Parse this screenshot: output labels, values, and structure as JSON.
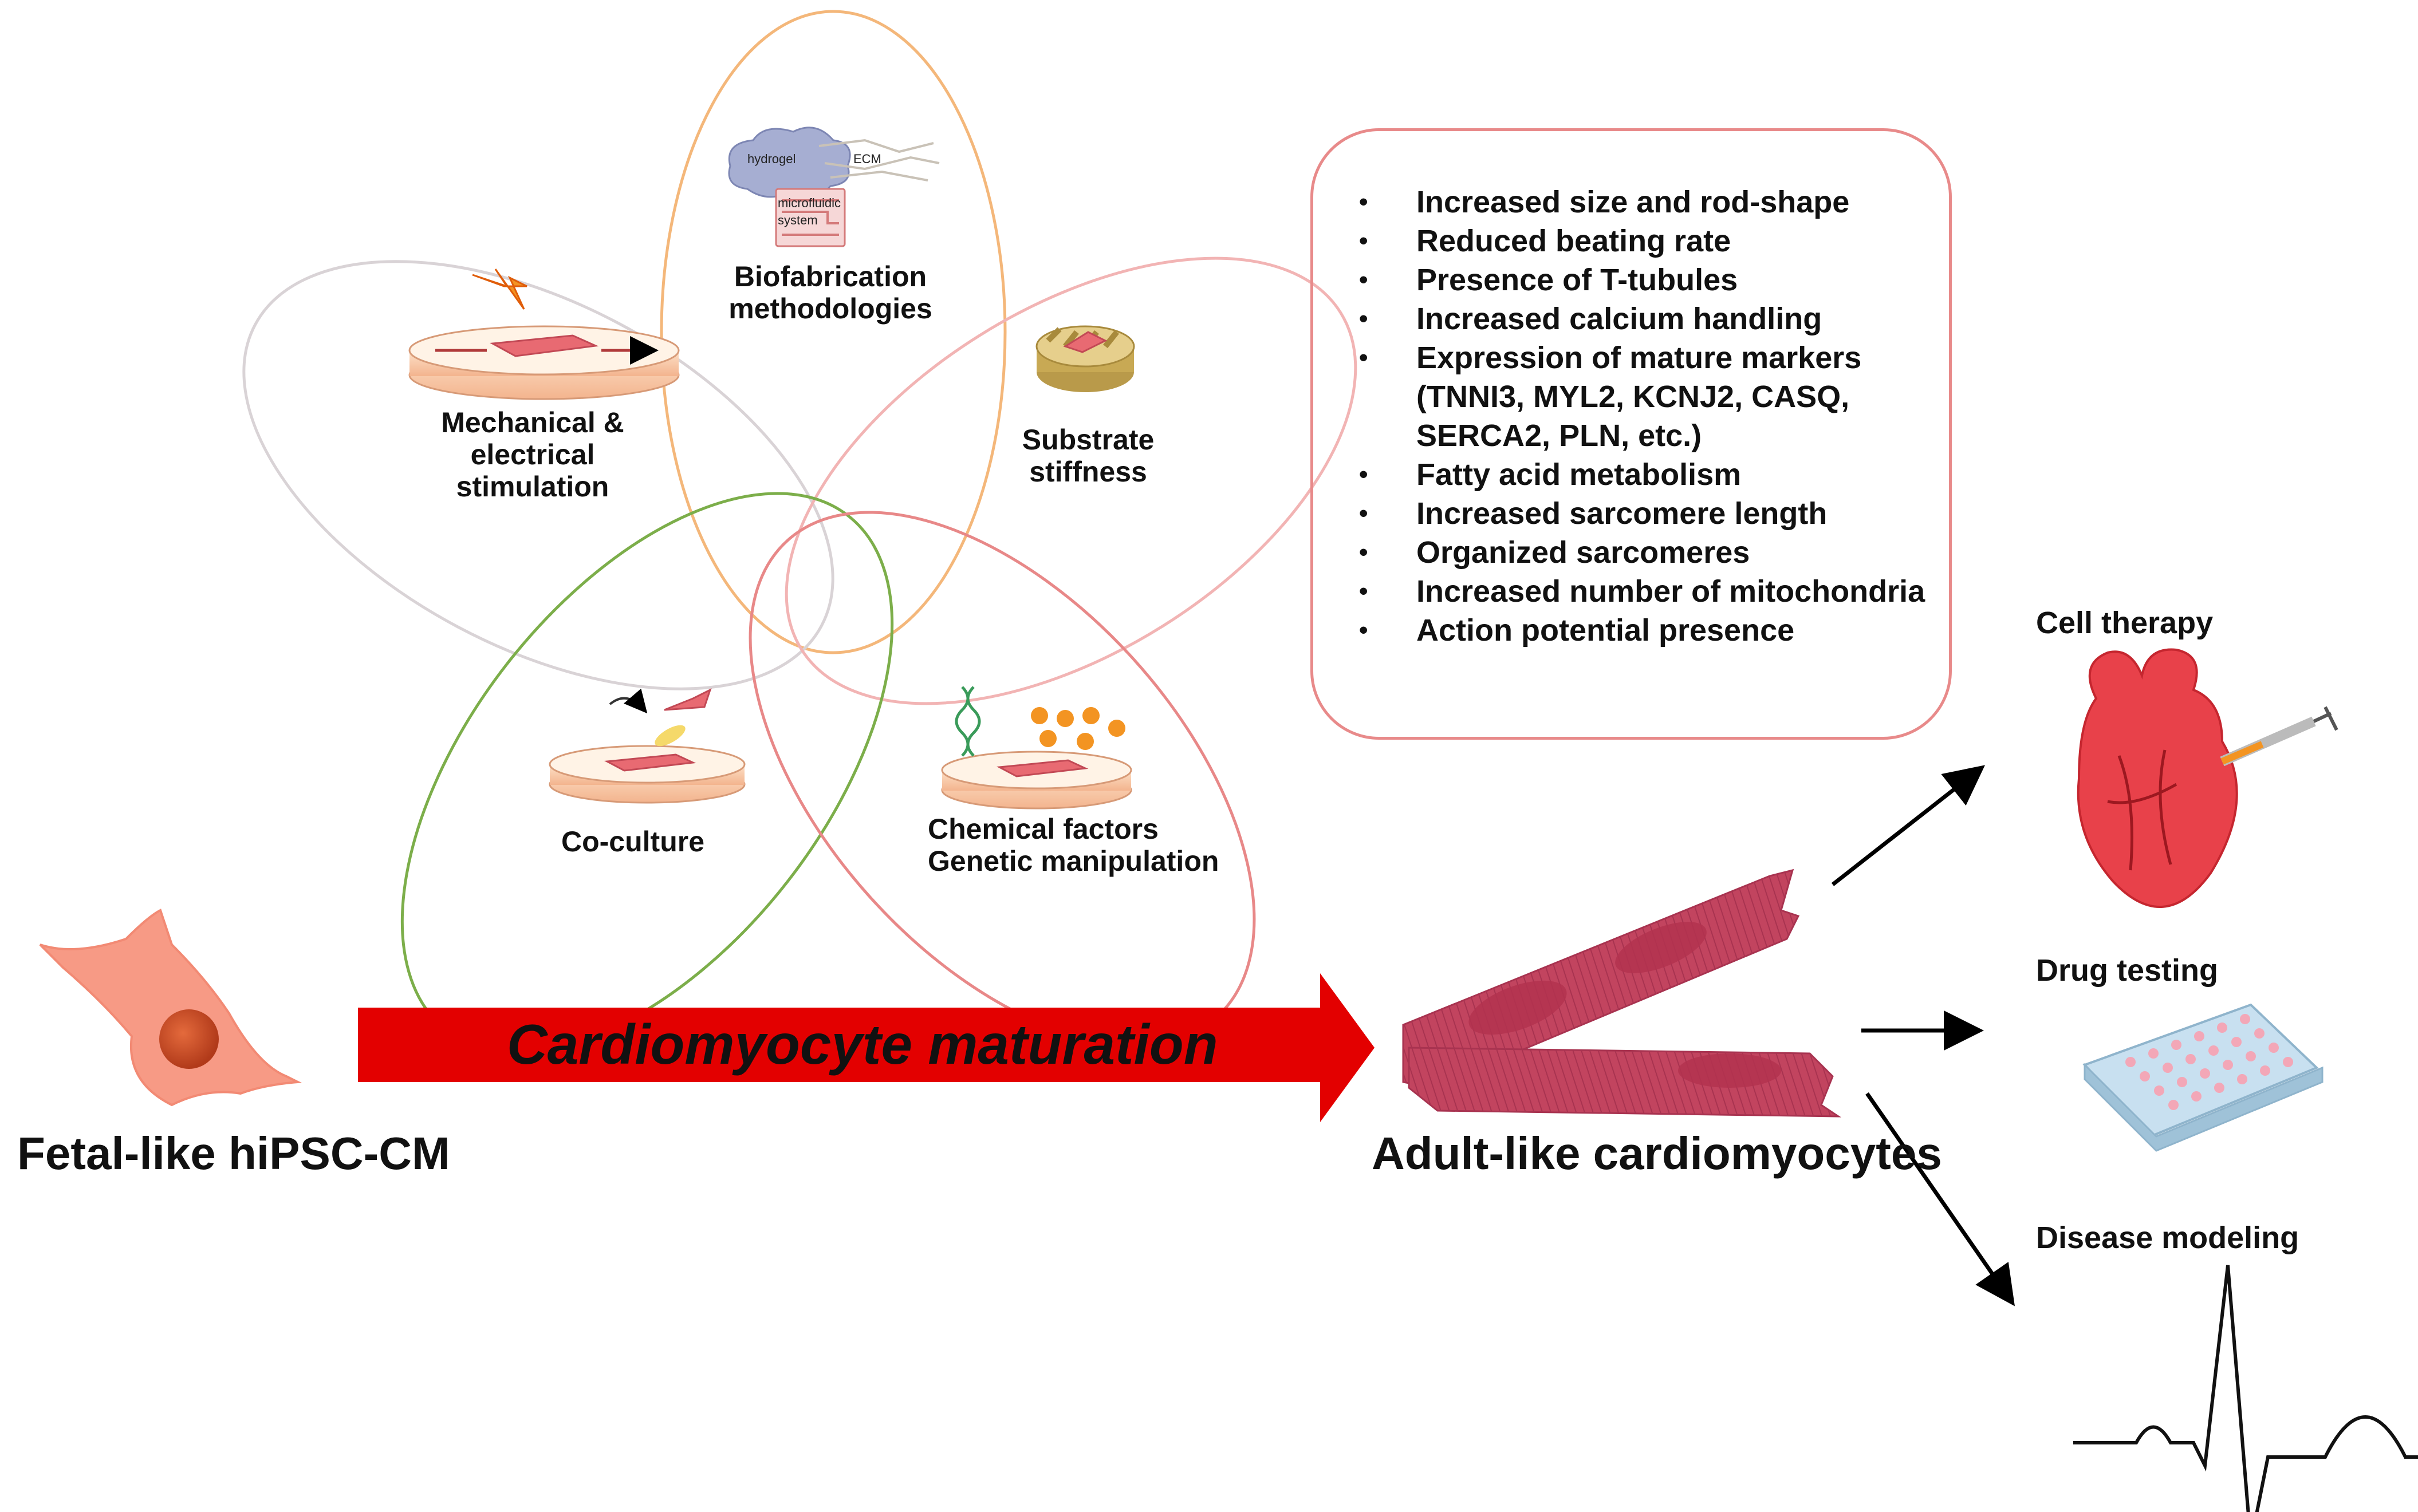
{
  "petals": {
    "biofabrication": "Biofabrication methodologies",
    "substrate": "Substrate stiffness",
    "mechanical": "Mechanical & electrical stimulation",
    "coculture": "Co-culture",
    "chemical_line1": "Chemical factors",
    "chemical_line2": "Genetic manipulation"
  },
  "biofab_icon_labels": {
    "hydrogel": "hydrogel",
    "ecm": "ECM",
    "microfluidic_line1": "microfluidic",
    "microfluidic_line2": "system"
  },
  "maturation_arrow": "Cardiomyocyte maturation",
  "fetal_label": "Fetal-like hiPSC-CM",
  "adult_label": "Adult-like cardiomyocytes",
  "features": [
    "Increased size and rod-shape",
    "Reduced beating rate",
    "Presence of T-tubules",
    "Increased calcium handling",
    "Expression of mature markers (TNNI3, MYL2, KCNJ2, CASQ, SERCA2, PLN, etc.)",
    "Fatty acid metabolism",
    "Increased sarcomere length",
    "Organized sarcomeres",
    "Increased number of mitochondria",
    "Action potential presence"
  ],
  "applications": {
    "cell_therapy": "Cell therapy",
    "drug_testing": "Drug testing",
    "disease_modeling": "Disease modeling"
  },
  "colors": {
    "arrow_red": "#e30000",
    "petal_bio": "#f4b77a",
    "petal_substrate": "#f2b4b4",
    "petal_mech": "#d9d3d6",
    "petal_coculture": "#7cae4a",
    "petal_chemical": "#e88888",
    "cell_fetal": "#f79a85",
    "cell_adult": "#c2445f"
  }
}
